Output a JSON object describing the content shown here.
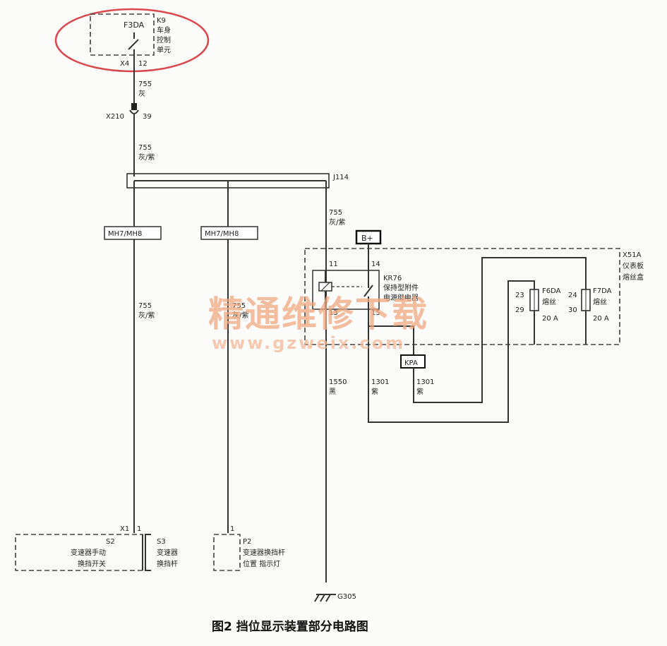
{
  "k9": {
    "fuse": "F3DA",
    "id": "K9",
    "name_line1": "车身",
    "name_line2": "控制",
    "name_line3": "单元",
    "connector": "X4",
    "pin": "12"
  },
  "wire_top": {
    "number": "755",
    "color": "灰"
  },
  "x210": {
    "id": "X210",
    "pin": "39"
  },
  "wire_main": {
    "number": "755",
    "color": "灰/紫"
  },
  "j114": {
    "id": "J114"
  },
  "wire_right": {
    "number": "755",
    "color": "灰/紫"
  },
  "mh_left": "MH7/MH8",
  "mh_mid": "MH7/MH8",
  "wire_left_lower": {
    "number": "755",
    "color": "灰/紫"
  },
  "wire_mid_lower": {
    "number": "755",
    "color": "灰/紫"
  },
  "bplus": "B+",
  "fusebox": {
    "id": "X51A",
    "name_line1": "仪表板",
    "name_line2": "熔丝盒"
  },
  "relay": {
    "id": "KR76",
    "name_line1": "保持型附件",
    "name_line2": "电源继电器",
    "pin11": "11",
    "pin14": "14",
    "pin13": "13",
    "pin15": "15"
  },
  "f6da": {
    "id": "F6DA",
    "label": "熔丝",
    "rating": "20 A",
    "pin_top": "23",
    "pin_bottom": "29"
  },
  "f7da": {
    "id": "F7DA",
    "label": "熔丝",
    "rating": "20 A",
    "pin_top": "24",
    "pin_bottom": "30"
  },
  "kpa": "KPA",
  "wire_ground": {
    "number": "1550",
    "color": "黑"
  },
  "wire_1301a": {
    "number": "1301",
    "color": "紫"
  },
  "wire_1301b": {
    "number": "1301",
    "color": "紫"
  },
  "x1": {
    "connector": "X1",
    "pin": "1"
  },
  "s2": {
    "id": "S2",
    "name_line1": "变速器手动",
    "name_line2": "换挡开关"
  },
  "s3": {
    "id": "S3",
    "name_line1": "变速器",
    "name_line2": "换挡杆",
    "pin": "1"
  },
  "p2": {
    "id": "P2",
    "name_line1": "变速器换挡杆",
    "name_line2": "位置 指示灯",
    "pin": "1"
  },
  "ground": "G305",
  "caption": "图2 挡位显示装置部分电路图",
  "watermark": {
    "cn": "精通维修下载",
    "url": "www.gzweix.com"
  },
  "colors": {
    "highlight": "#d9474f",
    "watermark": "#f0a880"
  }
}
